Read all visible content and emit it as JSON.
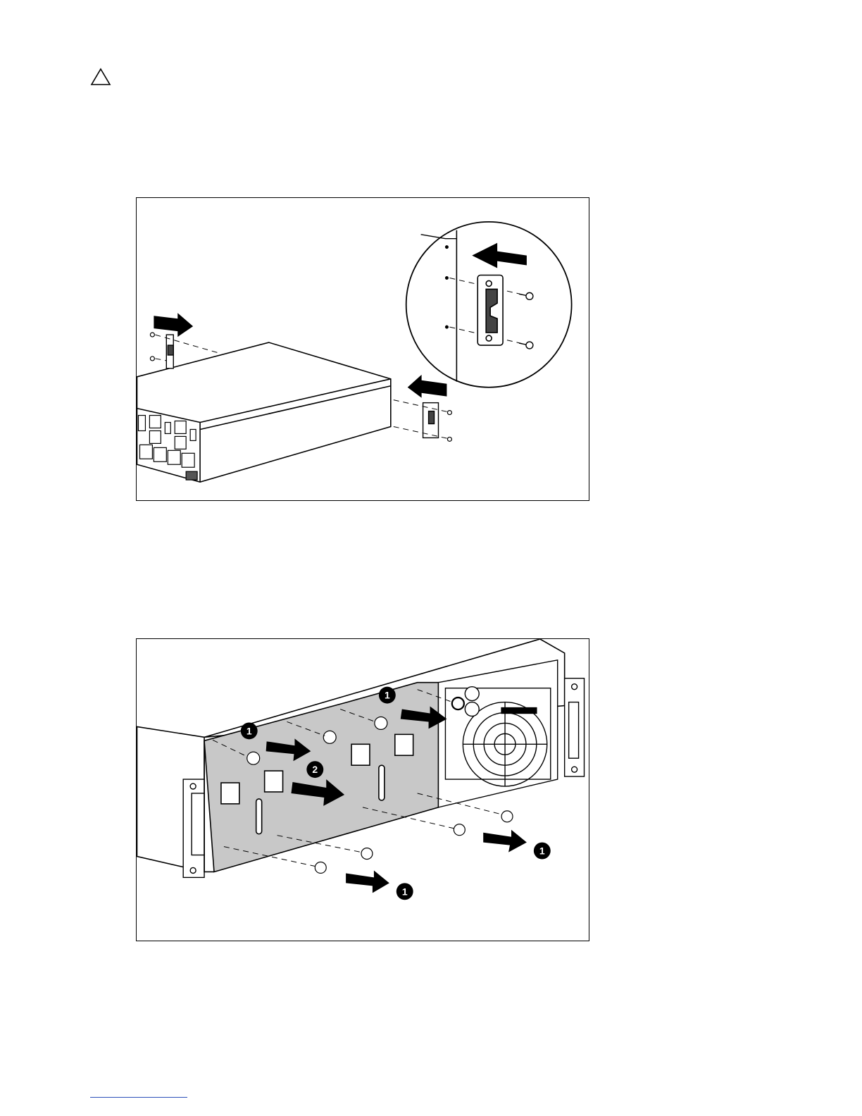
{
  "page": {
    "caution_icon": "caution-triangle-icon",
    "footer_rule_color": "#2a4fb8"
  },
  "figure1": {
    "name": "bracket-removal-illustration",
    "arrow_icon": "arrow-icon"
  },
  "figure2": {
    "name": "front-bezel-removal-illustration",
    "callouts": [
      "1",
      "1",
      "2",
      "1",
      "1"
    ]
  }
}
